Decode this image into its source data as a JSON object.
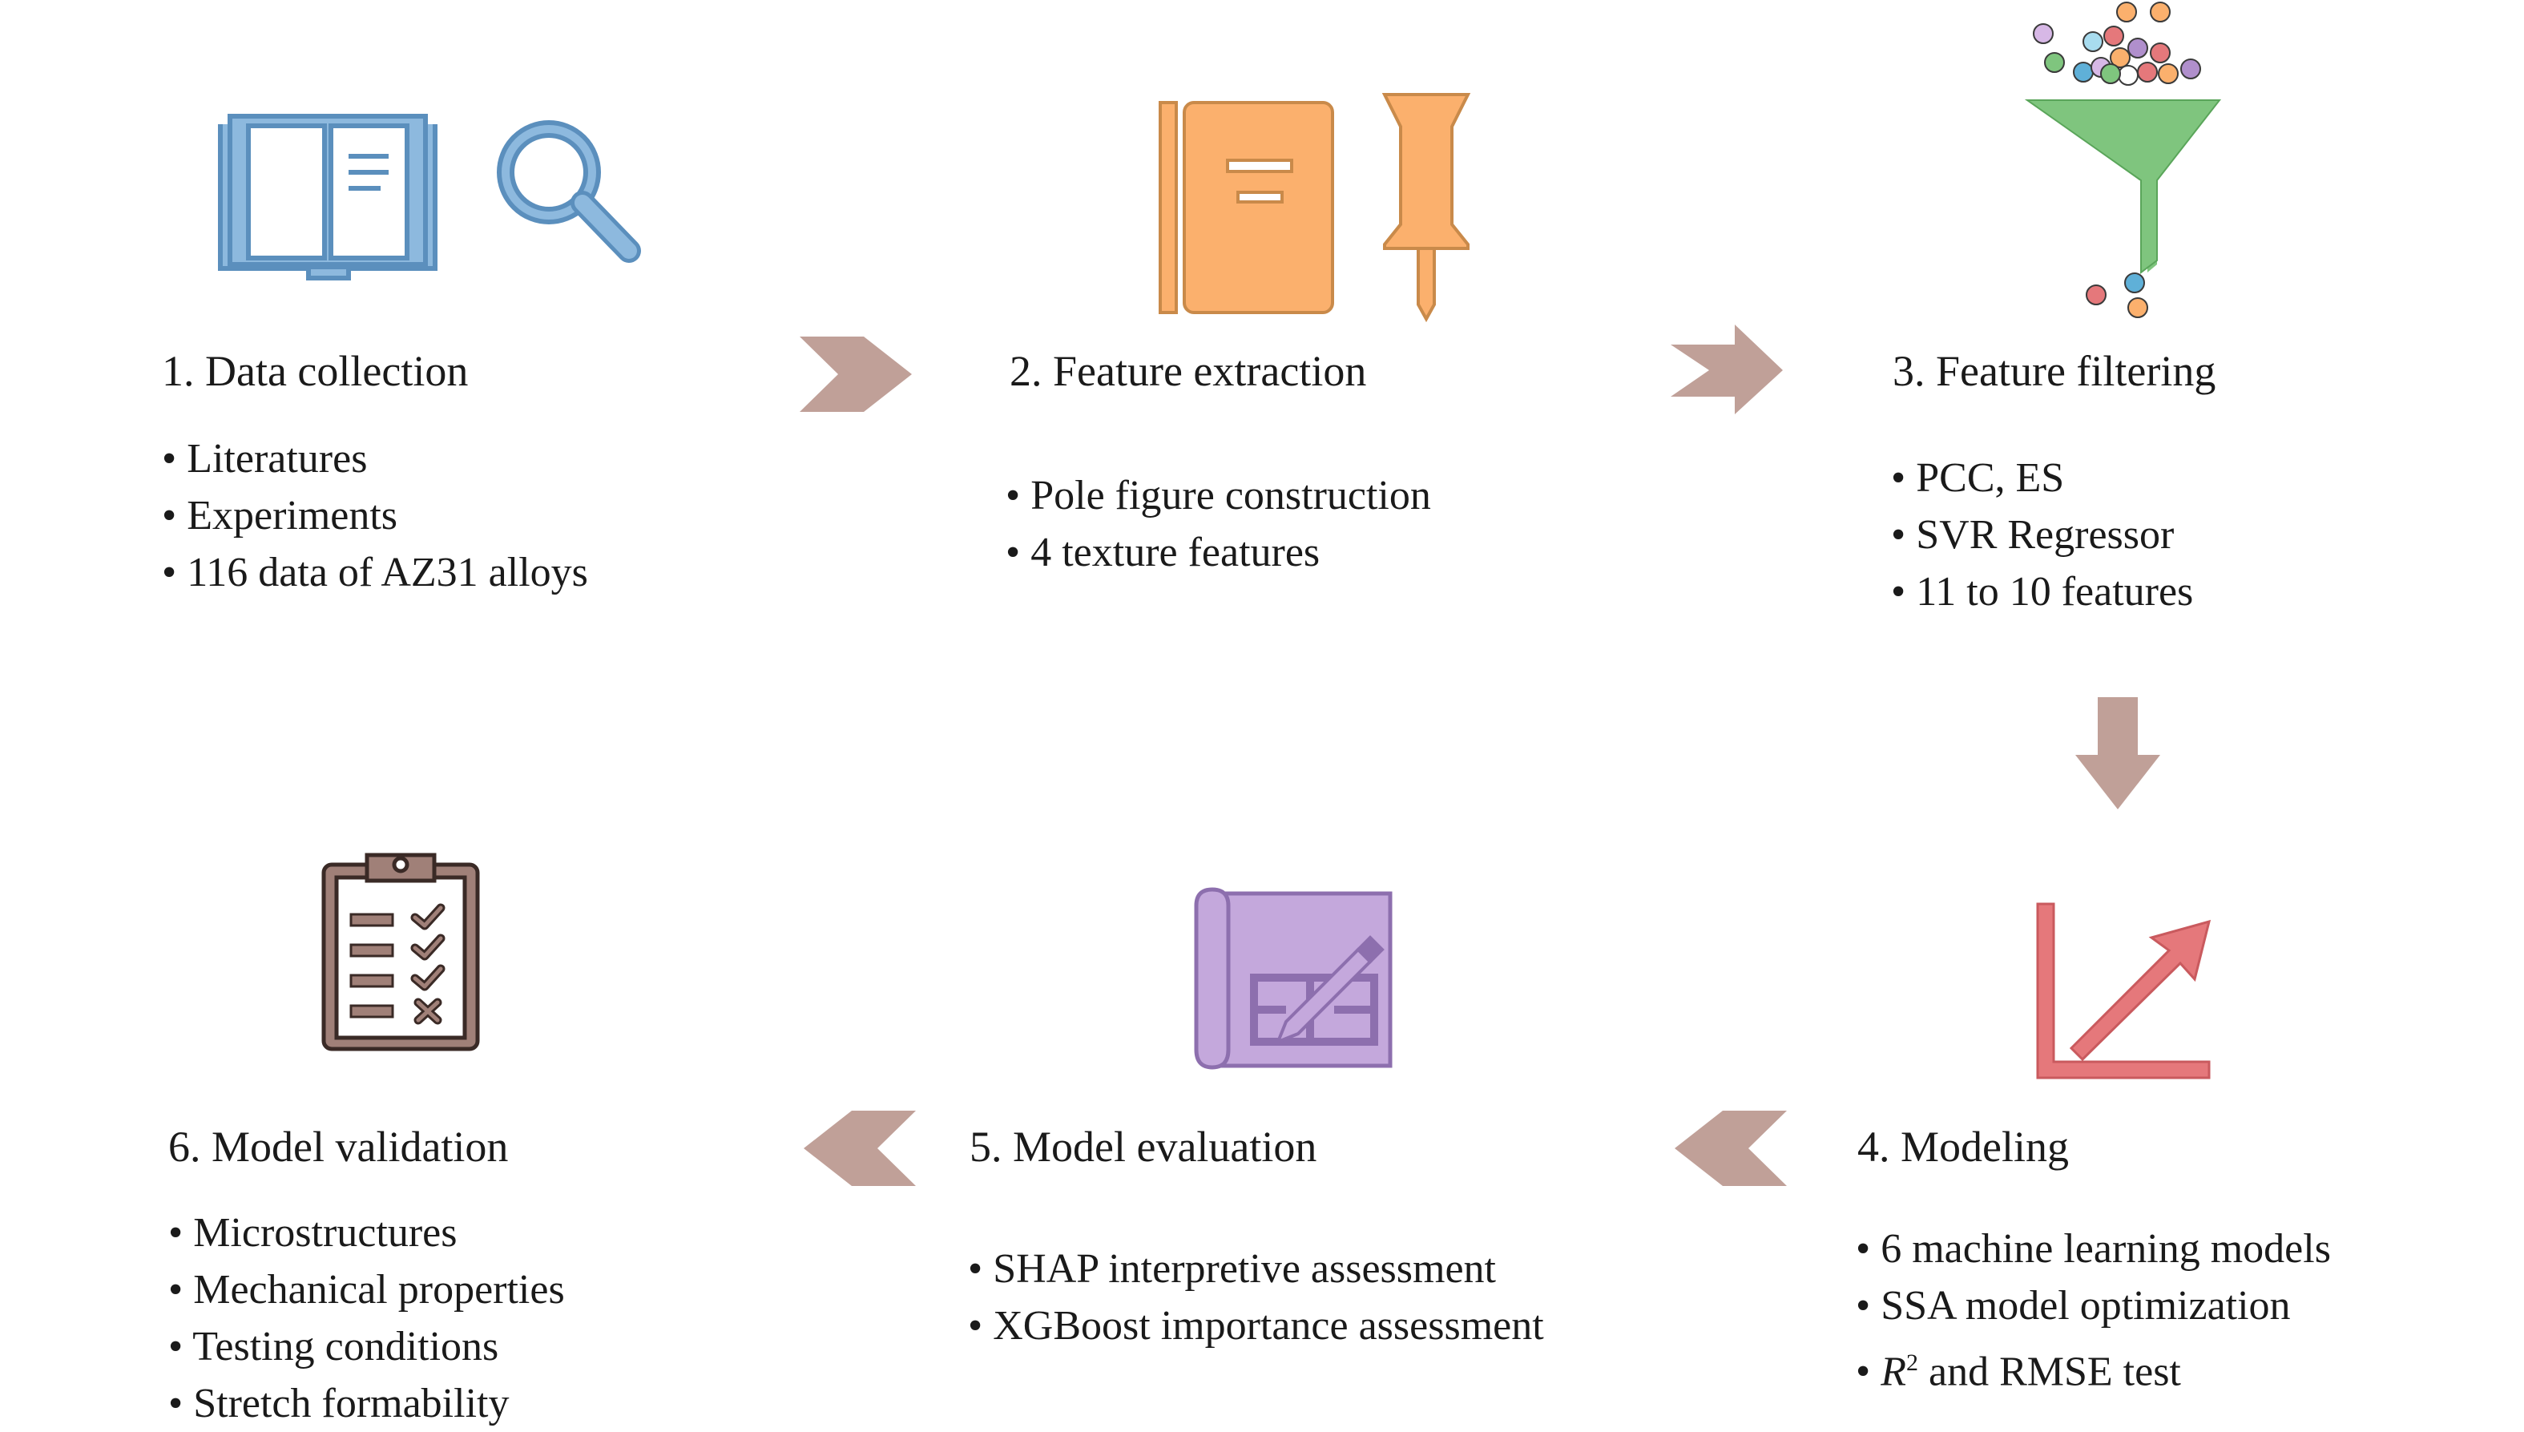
{
  "steps": [
    {
      "title": "1. Data collection",
      "icon": "book-magnifier-icon",
      "color": "#6fa3cd",
      "bullets": [
        "Literatures",
        "Experiments",
        "116 data of AZ31 alloys"
      ]
    },
    {
      "title": "2. Feature extraction",
      "icon": "notebook-pushpin-icon",
      "color": "#fbb06d",
      "bullets": [
        "Pole figure construction",
        "4 texture features"
      ]
    },
    {
      "title": "3. Feature filtering",
      "icon": "funnel-icon",
      "color": "#7fc57e",
      "bullets": [
        "PCC, ES",
        "SVR Regressor",
        "11 to 10 features"
      ]
    },
    {
      "title": "4. Modeling",
      "icon": "trend-arrow-icon",
      "color": "#e5787b",
      "bullets": [
        "6 machine learning models",
        "SSA model optimization",
        " and RMSE test"
      ],
      "r2_label": "R",
      "r2_sup": "2"
    },
    {
      "title": "5. Model evaluation",
      "icon": "blueprint-pencil-icon",
      "color": "#b08fcc",
      "bullets": [
        "SHAP interpretive assessment",
        "XGBoost importance assessment"
      ]
    },
    {
      "title": "6. Model validation",
      "icon": "clipboard-checklist-icon",
      "color": "#a08078",
      "bullets": [
        "Microstructures",
        "Mechanical properties",
        "Testing conditions",
        "Stretch formability"
      ]
    }
  ],
  "arrows": {
    "color": "#c0a098",
    "flow": [
      "1-to-2",
      "2-to-3",
      "3-to-4",
      "4-to-5",
      "5-to-6"
    ]
  }
}
